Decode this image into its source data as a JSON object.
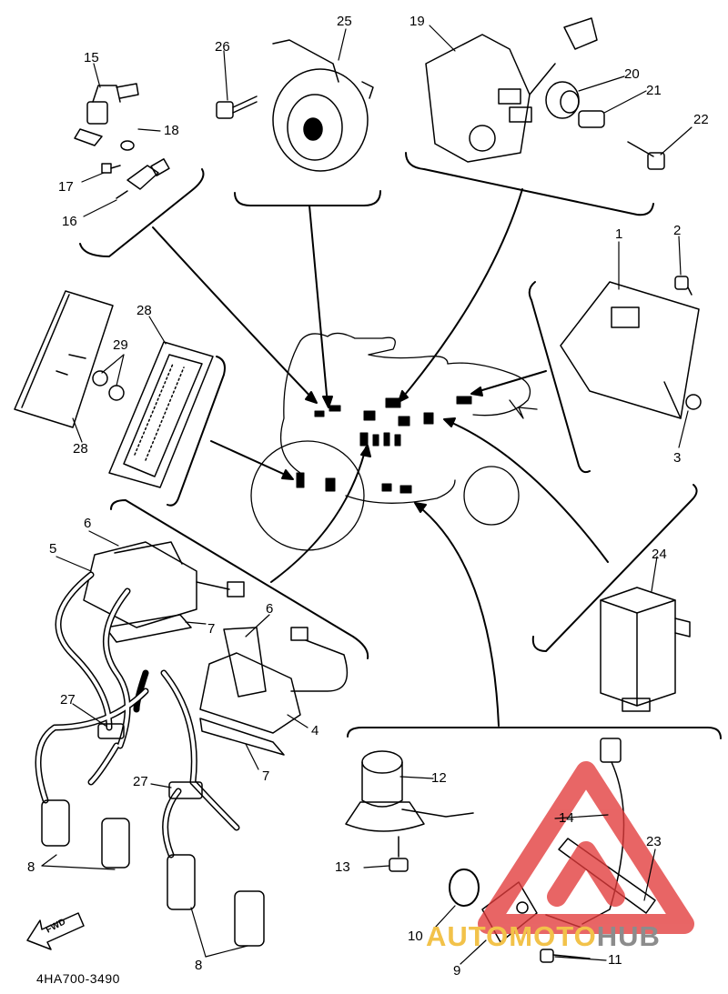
{
  "diagram_code": "4HA700-3490",
  "fwd_label": "FWD",
  "watermark": {
    "part1": "AUTOMOTO",
    "part2": "HUB",
    "accent": "#e23b3b"
  },
  "callouts": {
    "p1": "1",
    "p2": "2",
    "p3": "3",
    "p4": "4",
    "p5": "5",
    "p6a": "6",
    "p6b": "6",
    "p7a": "7",
    "p7b": "7",
    "p8a": "8",
    "p8b": "8",
    "p9": "9",
    "p10": "10",
    "p11": "11",
    "p12": "12",
    "p13": "13",
    "p14": "14",
    "p15": "15",
    "p16": "16",
    "p17": "17",
    "p18": "18",
    "p19": "19",
    "p20": "20",
    "p21": "21",
    "p22": "22",
    "p23": "23",
    "p24": "24",
    "p25": "25",
    "p26": "26",
    "p27a": "27",
    "p27b": "27",
    "p28a": "28",
    "p28b": "28",
    "p29": "29"
  }
}
